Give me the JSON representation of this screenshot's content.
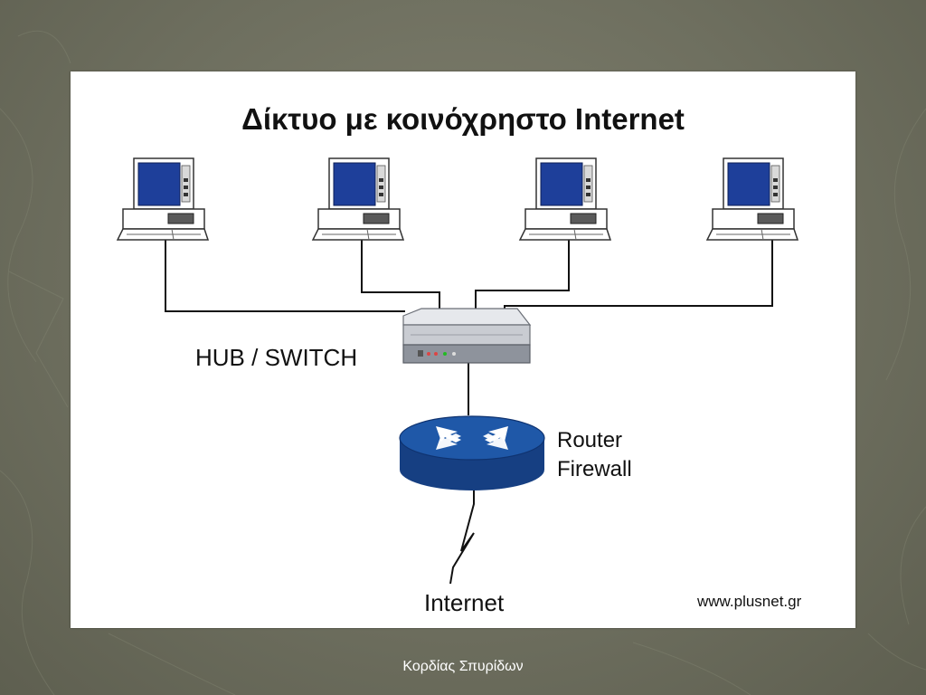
{
  "diagram": {
    "title": "Δίκτυο με κοινόχρηστο Internet",
    "hub_label": "HUB / SWITCH",
    "router_label": "Router",
    "firewall_label": "Firewall",
    "internet_label": "Internet",
    "source": "www.plusnet.gr"
  },
  "footer": {
    "author": "Κορδίας Σπυρίδων"
  },
  "colors": {
    "slide_background": "#6e6f5f",
    "panel_background": "#ffffff",
    "screen_blue": "#1e3f9a",
    "router_blue": "#1f58a8",
    "router_blue_dark": "#163f82",
    "hub_gray": "#c9ccd2",
    "line_black": "#111111"
  },
  "icons": [
    "computer-icon",
    "hub-switch-icon",
    "router-icon",
    "internet-link-icon"
  ]
}
